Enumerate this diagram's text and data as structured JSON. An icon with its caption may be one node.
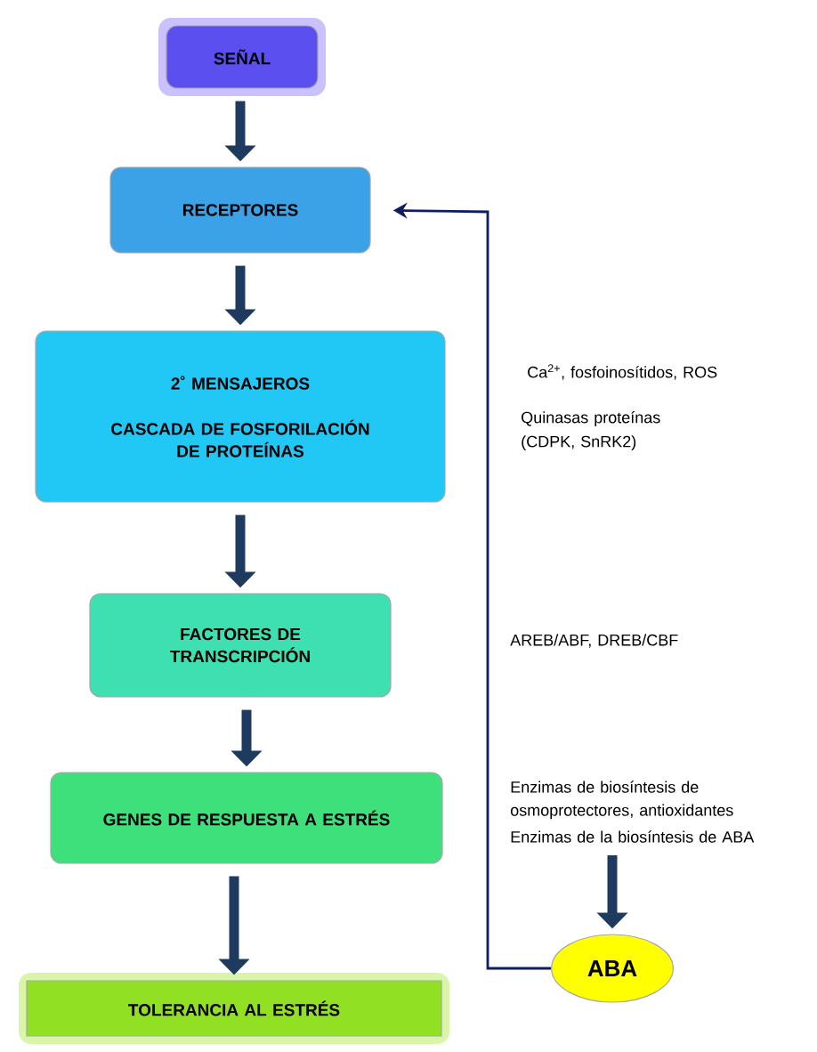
{
  "diagram": {
    "nodes": [
      {
        "text": [
          "SEÑAL"
        ]
      },
      {
        "text": [
          "RECEPTORES"
        ]
      },
      {
        "text": [
          "2˚ MENSAJEROS",
          "CASCADA DE FOSFORILACIÓN DE PROTEÍNAS"
        ]
      },
      {
        "text": [
          "FACTORES DE TRANSCRIPCIÓN"
        ]
      },
      {
        "text": [
          "GENES DE RESPUESTA A ESTRÉS"
        ]
      },
      {
        "text": [
          "TOLERANCIA AL ESTRÉS"
        ]
      },
      {
        "text": [
          "Enzimas de biosíntesis de osmoprotectores, antioxidantes",
          "Enzimas de la biosíntesis de ABA"
        ]
      },
      {
        "text": [
          "ABA"
        ]
      }
    ],
    "edges": [
      {
        "from": 0,
        "to": 1,
        "arrow": "to"
      },
      {
        "from": 1,
        "to": 2,
        "arrow": "to"
      },
      {
        "from": 2,
        "to": 3,
        "arrow": "to"
      },
      {
        "from": 3,
        "to": 4,
        "arrow": "to"
      },
      {
        "from": 4,
        "to": 5,
        "arrow": "to"
      },
      {
        "from": 6,
        "to": 7,
        "arrow": "to"
      },
      {
        "from": 7,
        "to": 1,
        "arrow": "to"
      }
    ],
    "labels": [
      "Ca$^{2+}$, fosfoinosítidos, ROS",
      "Quinasas proteínas (CDPK, SnRK2)",
      "AREB/ABF, DREB/CBF"
    ]
  }
}
